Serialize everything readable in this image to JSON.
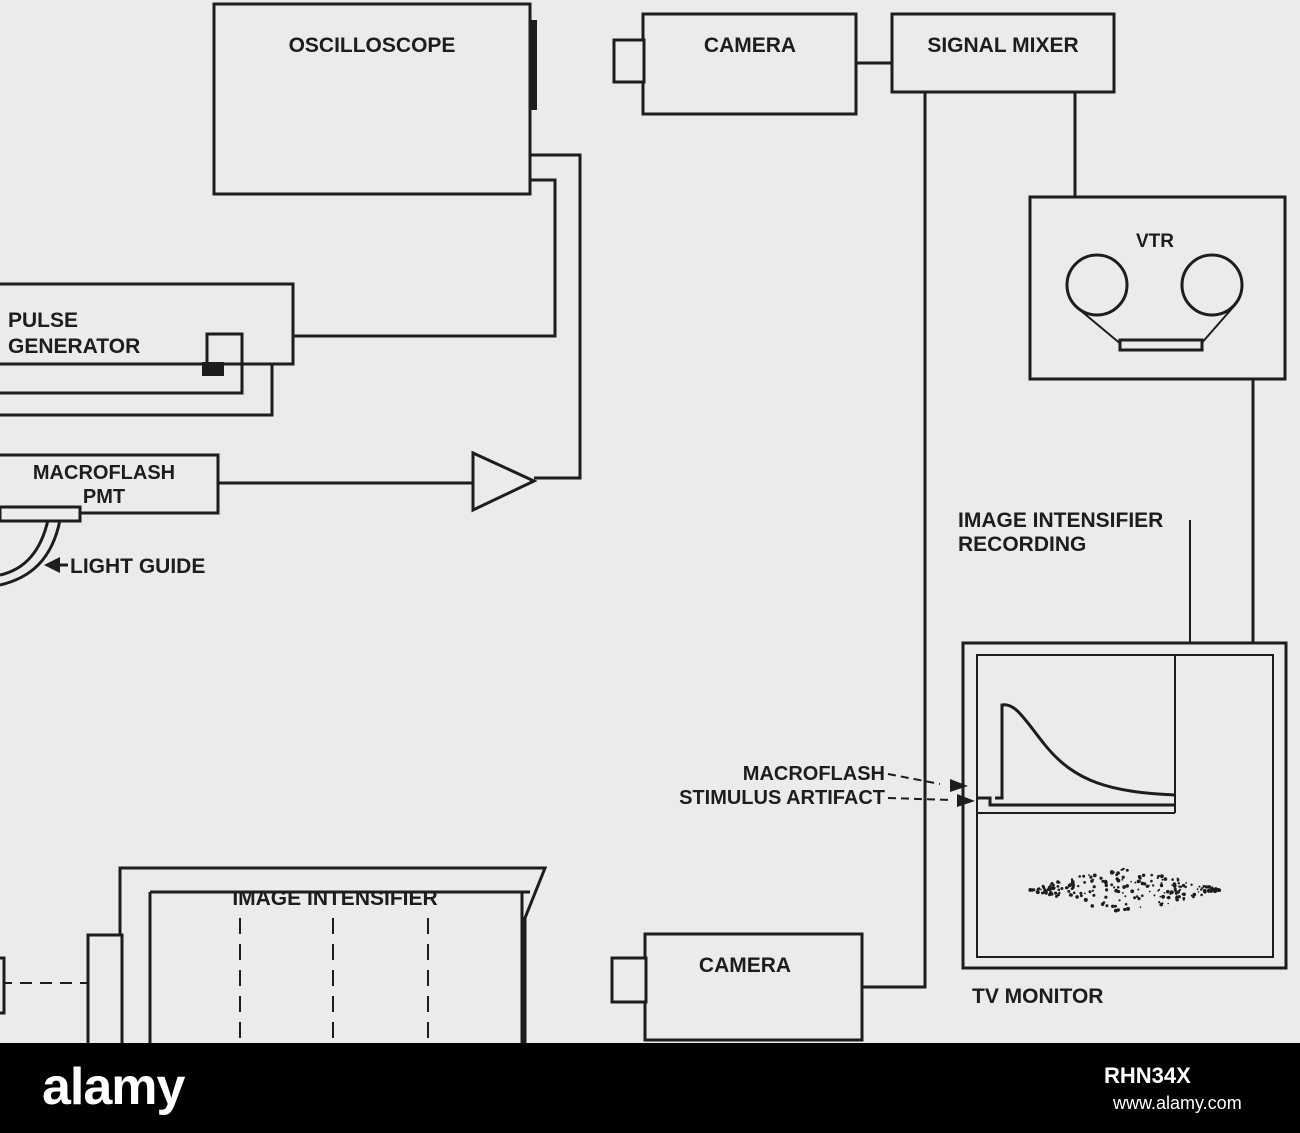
{
  "diagram": {
    "labels": {
      "oscilloscope": "OSCILLOSCOPE",
      "camera_top": "CAMERA",
      "signal_mixer": "SIGNAL MIXER",
      "vtr": "VTR",
      "pulse_generator_line1": "PULSE",
      "pulse_generator_line2": "GENERATOR",
      "macroflash_pmt_line1": "MACROFLASH",
      "macroflash_pmt_line2": "PMT",
      "light_guide": "LIGHT GUIDE",
      "image_intensifier_recording_line1": "IMAGE INTENSIFIER",
      "image_intensifier_recording_line2": "RECORDING",
      "macroflash": "MACROFLASH",
      "stimulus_artifact": "STIMULUS ARTIFACT",
      "image_intensifier": "IMAGE INTENSIFIER",
      "camera_bottom": "CAMERA",
      "tv_monitor": "TV MONITOR"
    }
  },
  "watermark": {
    "logo": "alamy",
    "image_id": "RHN34X",
    "site": "www.alamy.com"
  },
  "colors": {
    "background": "#ecebe9",
    "ink": "#1d1d1d",
    "footer": "#000000"
  }
}
